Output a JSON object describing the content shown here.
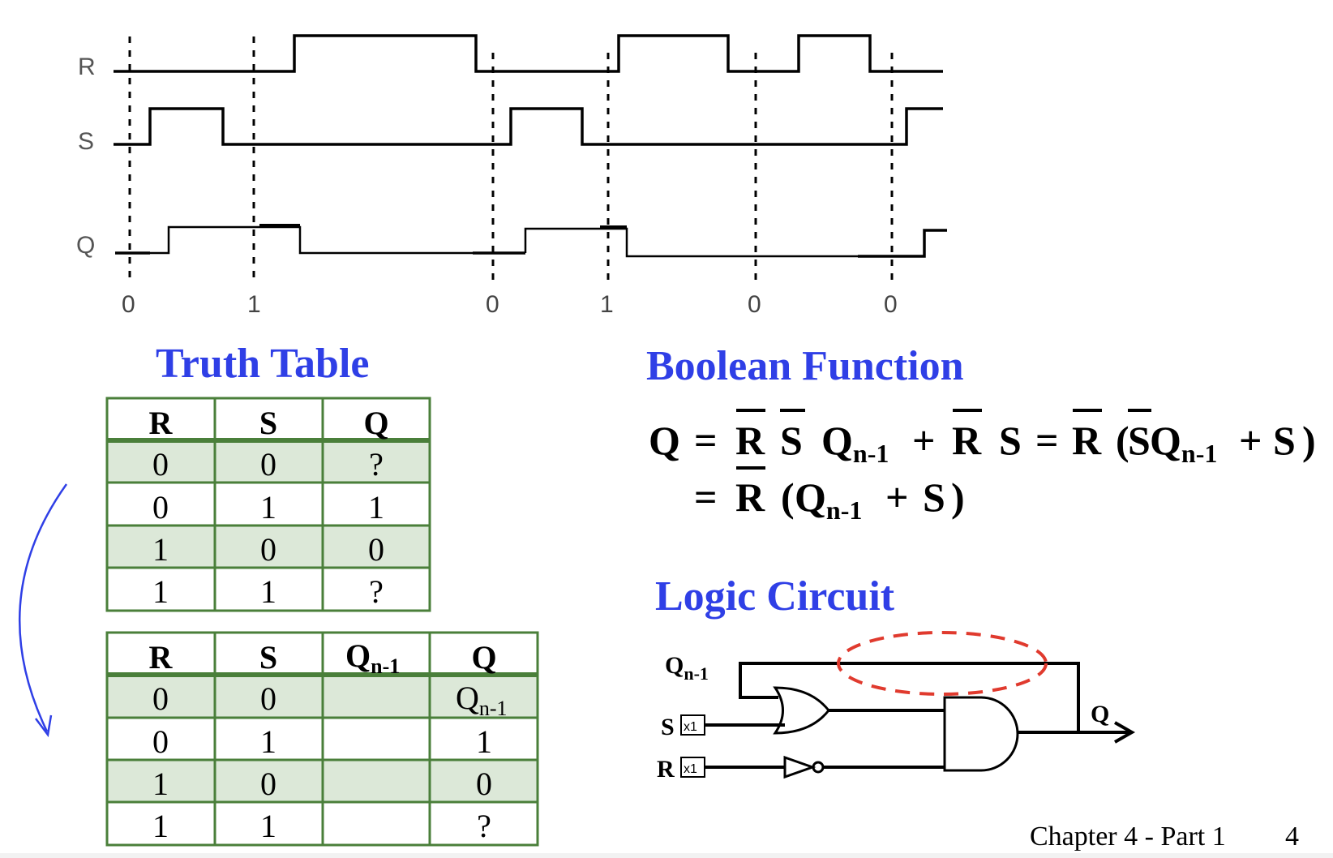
{
  "timing": {
    "signals": {
      "r": "R",
      "s": "S",
      "q": "Q"
    },
    "sample_labels": [
      "0",
      "1",
      "0",
      "1",
      "0",
      "0"
    ]
  },
  "truth_table": {
    "title": "Truth Table",
    "headers": [
      "R",
      "S",
      "Q"
    ],
    "rows": [
      [
        "0",
        "0",
        "?"
      ],
      [
        "0",
        "1",
        "1"
      ],
      [
        "1",
        "0",
        "0"
      ],
      [
        "1",
        "1",
        "?"
      ]
    ]
  },
  "expanded_table": {
    "headers": [
      "R",
      "S",
      "Q",
      "Q"
    ],
    "qn1_header": {
      "base": "Q",
      "sub": "n-1"
    },
    "rows": [
      [
        "0",
        "0",
        "",
        ""
      ],
      [
        "0",
        "1",
        "",
        "1"
      ],
      [
        "1",
        "0",
        "",
        "0"
      ],
      [
        "1",
        "1",
        "",
        "?"
      ]
    ],
    "row0_q": {
      "base": "Q",
      "sub": "n-1"
    }
  },
  "boolean": {
    "title": "Boolean Function",
    "line1": {
      "q": "Q",
      "eq": "=",
      "r": "R",
      "s": "S",
      "qn": "Q",
      "sub": "n-1",
      "plus": "+",
      "open": "(",
      "close": ")"
    },
    "line2_prefix": "="
  },
  "logic_circuit": {
    "title": "Logic Circuit",
    "input_q": {
      "base": "Q",
      "sub": "n-1"
    },
    "input_s": "S",
    "input_r": "R",
    "box_label": "x1",
    "output": "Q"
  },
  "footer": {
    "chapter": "Chapter 4 - Part 1",
    "page": "4"
  },
  "colors": {
    "accent_blue": "#2f3fe6",
    "red": "#e03a2e",
    "table_green": "#4a7f3a",
    "row_fill": "#dce8d8"
  }
}
